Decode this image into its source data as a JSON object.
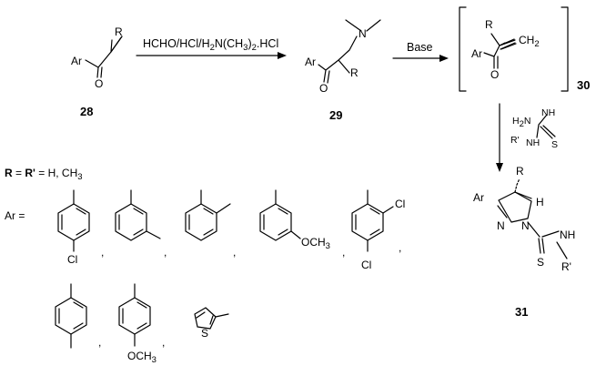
{
  "compounds": {
    "c28": {
      "label": "28",
      "ar": "Ar",
      "r": "R",
      "o": "O"
    },
    "c29": {
      "label": "29",
      "ar": "Ar",
      "r": "R",
      "o": "O",
      "n": "N"
    },
    "c30": {
      "label": "30",
      "ar": "Ar",
      "r": "R",
      "o": "O",
      "ch2": "CH",
      "ch2_sub": "2"
    },
    "c31": {
      "label": "31",
      "ar": "Ar",
      "r": "R",
      "h": "H",
      "n1": "N",
      "n2": "N",
      "nh": "NH",
      "s": "S",
      "rp": "R'"
    }
  },
  "reagents": {
    "step1": {
      "a": "HCHO/HCl/H",
      "b": "2",
      "c": "N(CH",
      "d": "3",
      "e": ")",
      "f": "2",
      "g": ".HCl"
    },
    "step2": "Base",
    "thiosemicarbazide": {
      "h2n": "H",
      "h2n_sub": "2",
      "h2n_n": "N",
      "nh_top": "NH",
      "rp": "R'",
      "nh": "NH",
      "s": "S"
    }
  },
  "definitions": {
    "r_sym": "R",
    "eq1": " = ",
    "rp_sym": "R'",
    "eq2": " = H, CH",
    "eq2_sub": "3",
    "ar_eq": "Ar ="
  },
  "substituents": {
    "cl": "Cl",
    "ch3": "OCH",
    "ch3_sub": "3",
    "s": "S",
    "sep": ","
  }
}
